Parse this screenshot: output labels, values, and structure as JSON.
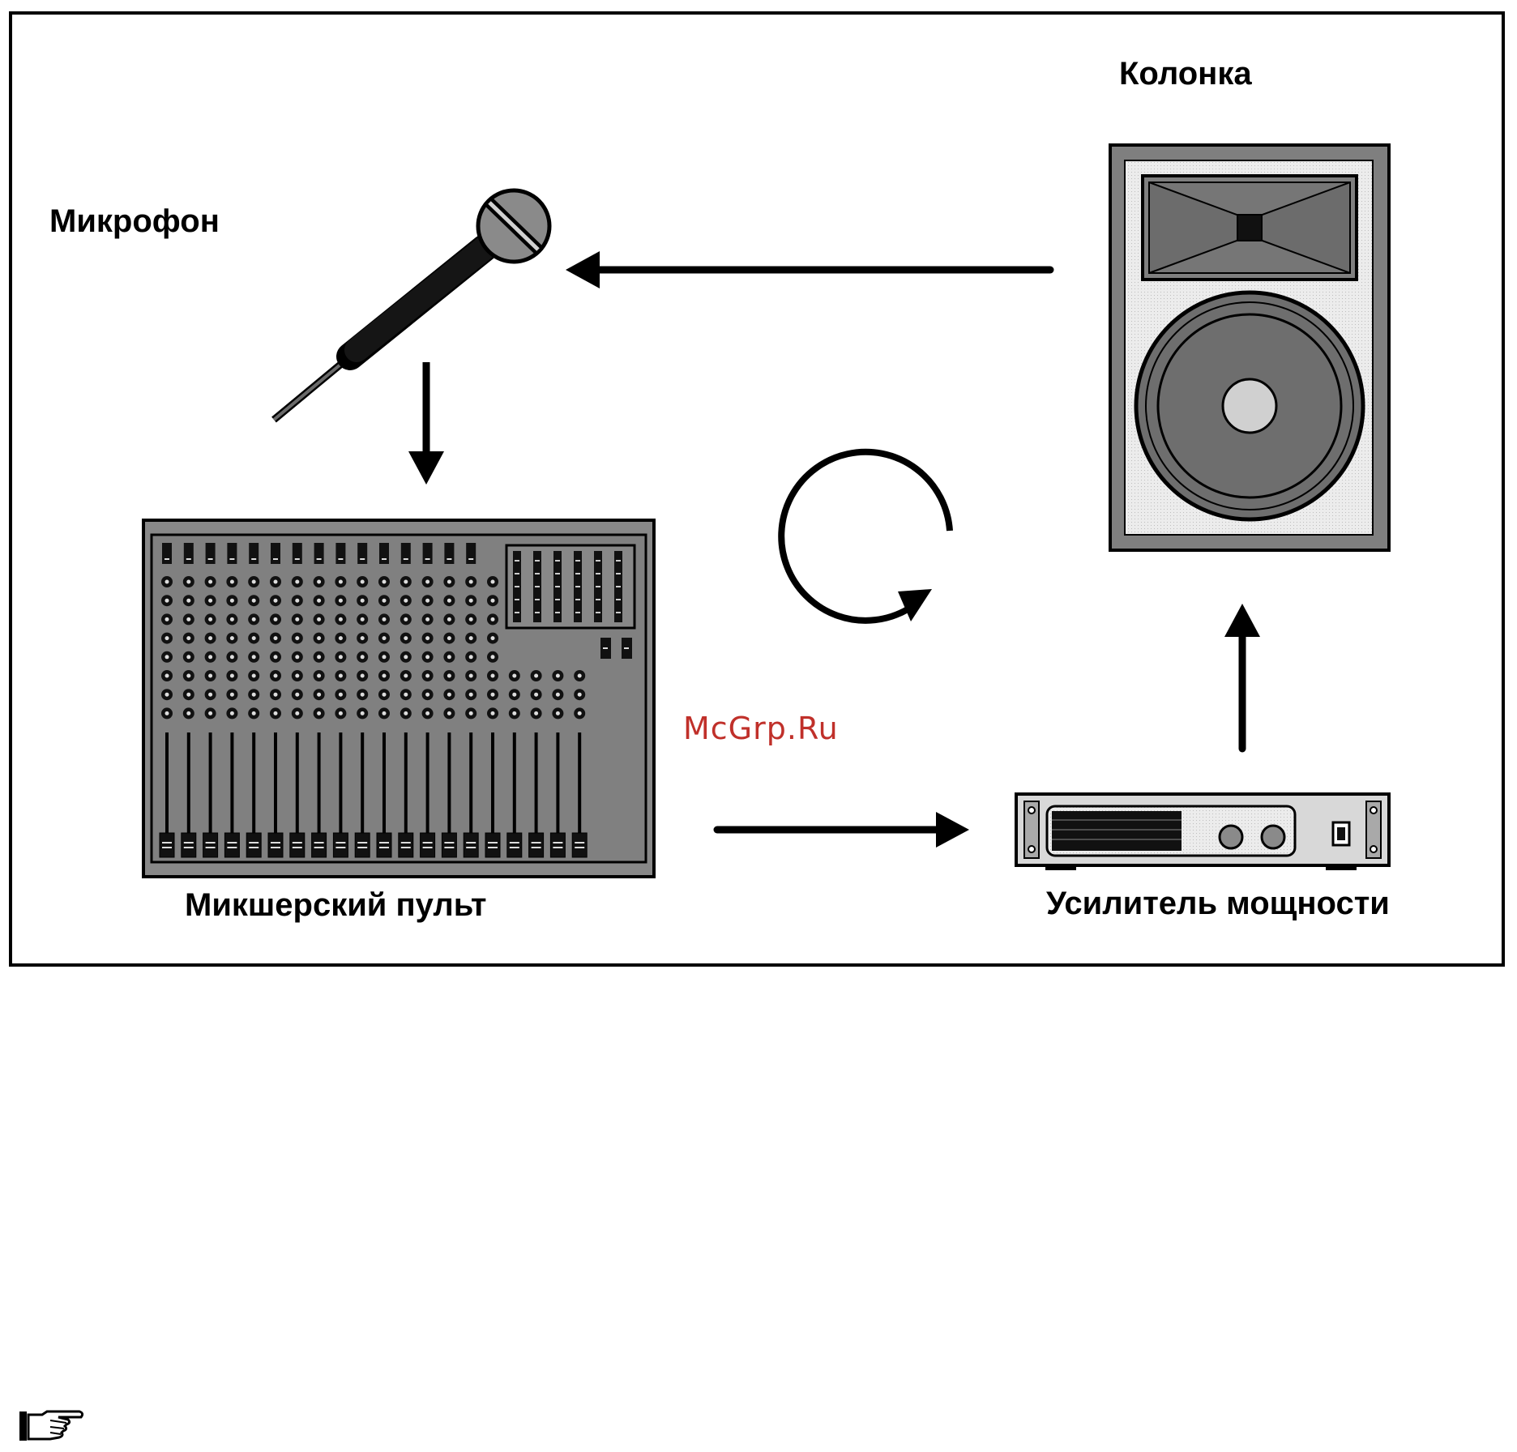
{
  "labels": {
    "speaker": "Колонка",
    "microphone": "Микрофон",
    "mixer": "Микшерский пульт",
    "amplifier": "Усилитель мощности"
  },
  "watermark": "McGrp.Ru",
  "icons": {
    "pointer": "pointing-hand-icon",
    "loop": "circular-arrow-icon"
  },
  "colors": {
    "device_gray": "#7f7f7f",
    "device_dark": "#5a5a5a",
    "light_panel": "#e6e6e6",
    "watermark": "#c0302a"
  }
}
